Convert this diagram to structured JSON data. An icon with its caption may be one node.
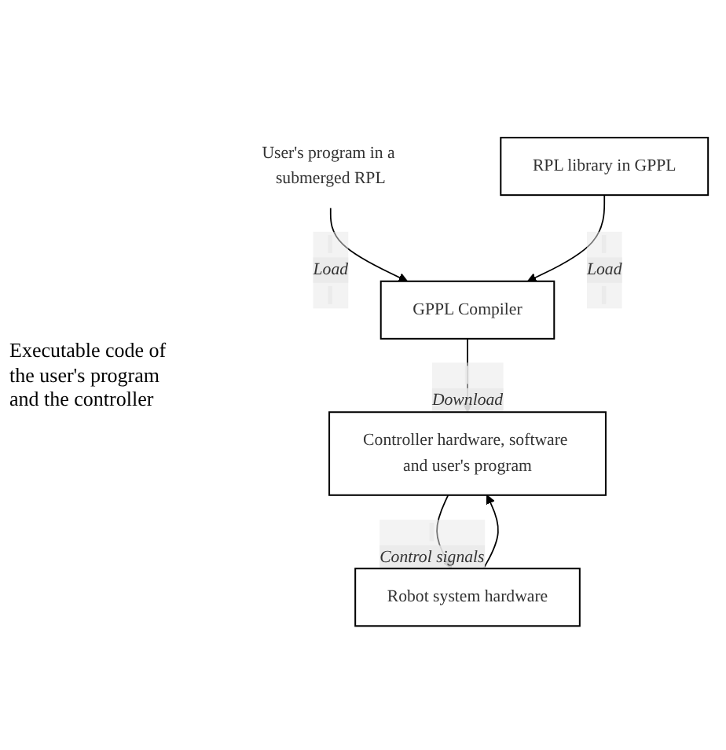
{
  "diagram": {
    "nodes": [
      {
        "text": [
          "User's program in a submerged RPL"
        ]
      },
      {
        "text": [
          "RPL library in GPPL"
        ]
      },
      {
        "text": [
          "GPPL Compiler"
        ]
      },
      {
        "text": [
          "Controller hardware, software and user's program"
        ]
      },
      {
        "text": [
          "Robot system hardware"
        ]
      }
    ],
    "edges": [
      {
        "from": 0,
        "to": 2,
        "arrow": "to",
        "label": "Load"
      },
      {
        "from": 1,
        "to": 2,
        "arrow": "to",
        "label": "Load"
      },
      {
        "from": 2,
        "to": 3,
        "arrow": "to",
        "label": "Download"
      },
      {
        "from": 3,
        "to": 4,
        "arrow": "to",
        "label": "Control signals"
      },
      {
        "from": 4,
        "to": 3,
        "arrow": "to"
      }
    ],
    "labels": [
      "Executable code of the user's program and the controller"
    ]
  }
}
